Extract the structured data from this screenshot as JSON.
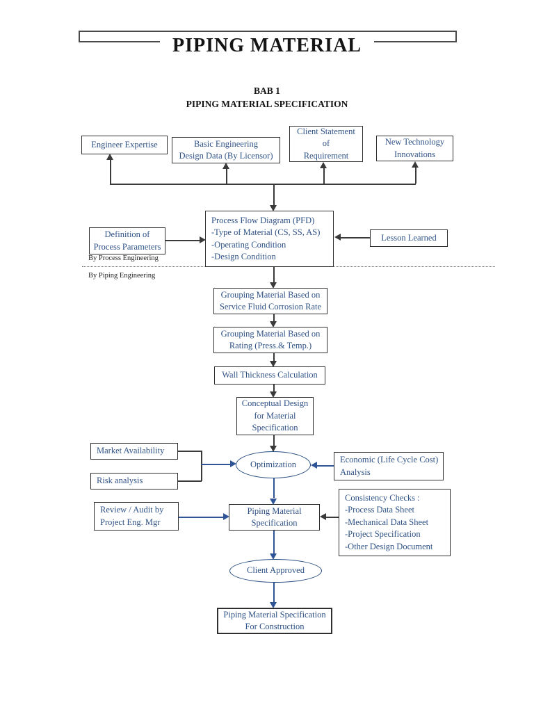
{
  "page": {
    "title": "PIPING MATERIAL",
    "chapter": "BAB 1\nPIPING MATERIAL SPECIFICATION"
  },
  "annotations": {
    "by_process": "By Process Engineering",
    "by_piping": "By Piping Engineering"
  },
  "nodes": {
    "engineer_expertise": "Engineer Expertise",
    "basic_engineering": "Basic Engineering\nDesign Data (By Licensor)",
    "client_statement": "Client Statement\nof\nRequirement",
    "new_technology": "New Technology\nInnovations",
    "definition_process": "Definition of\nProcess Parameters",
    "pfd": "Process Flow Diagram (PFD)\n-Type of Material (CS, SS, AS)\n-Operating Condition\n-Design Condition",
    "lesson_learned": "Lesson Learned",
    "grouping_corrosion": "Grouping Material Based on\nService Fluid Corrosion Rate",
    "grouping_rating": "Grouping Material Based on\nRating (Press.& Temp.)",
    "wall_thickness": "Wall Thickness Calculation",
    "conceptual_design": "Conceptual Design\nfor Material\nSpecification",
    "market_availability": "Market Availability",
    "risk_analysis": "Risk analysis",
    "optimization": "Optimization",
    "economic_analysis": "Economic (Life Cycle Cost)\nAnalysis",
    "review_audit": "Review / Audit by\nProject Eng. Mgr",
    "piping_material_spec": "Piping Material\nSpecification",
    "consistency_checks": "Consistency Checks :\n-Process Data Sheet\n-Mechanical Data Sheet\n-Project Specification\n-Other Design Document",
    "client_approved": "Client Approved",
    "final_spec": "Piping Material Specification\nFor Construction"
  },
  "colors": {
    "node_text_navy": "#2f5286",
    "ellipse_border_navy": "#24497d",
    "arrow_black": "#3a3a3a",
    "arrow_blue": "#2f5597",
    "box_border": "#2f2f2f"
  }
}
